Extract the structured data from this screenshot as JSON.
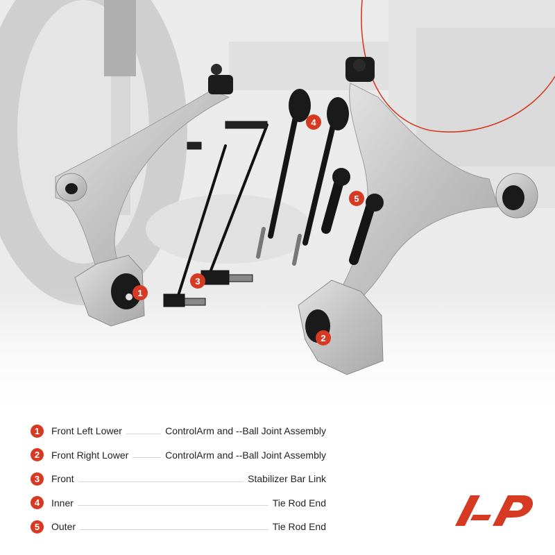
{
  "colors": {
    "accent": "#d63a22",
    "text": "#222222",
    "metal": "#bdbdbd",
    "rubber": "#1a1a1a"
  },
  "callouts": [
    "1",
    "2",
    "3",
    "4",
    "5"
  ],
  "legend": [
    {
      "num": "1",
      "name": "Front Left Lower",
      "part": "ControlArm and --Ball Joint Assembly"
    },
    {
      "num": "2",
      "name": "Front Right Lower",
      "part": "ControlArm and --Ball Joint Assembly"
    },
    {
      "num": "3",
      "name": "Front",
      "part": "Stabilizer Bar Link"
    },
    {
      "num": "4",
      "name": "Inner",
      "part": "Tie Rod End"
    },
    {
      "num": "5",
      "name": "Outer",
      "part": "Tie Rod End"
    }
  ],
  "brand_logo": "A-Premium logo"
}
